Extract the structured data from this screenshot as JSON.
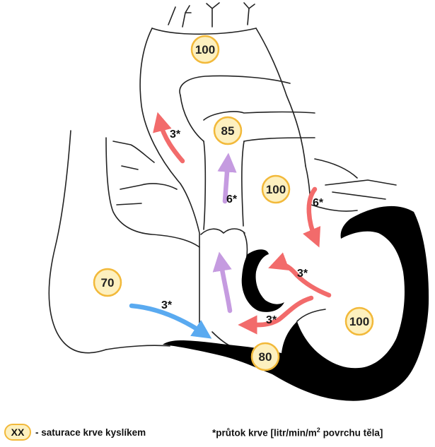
{
  "badges": {
    "aorta_top": "100",
    "pulmonary_trunk": "85",
    "left_atrium": "100",
    "right_atrium": "70",
    "right_ventricle": "80",
    "left_ventricle": "100"
  },
  "flows": {
    "aorta_arch": "3*",
    "pulmonary_trunk": "6*",
    "pulmonary_veins": "6*",
    "lv_outflow": "3*",
    "vsd_shunt": "3*",
    "vena_cava": "3*"
  },
  "legend": {
    "badge_label": "XX",
    "badge_text": "- saturace krve kyslíkem",
    "flow_text_before": "*průtok krve [litr/min/m",
    "flow_text_sup": "2",
    "flow_text_after": " povrchu těla]"
  },
  "colors": {
    "badge_fill": "#fdf0bf",
    "badge_stroke": "#f2b93a",
    "oxygenated_arrow": "#f26b6b",
    "mixed_arrow": "#c59be0",
    "deoxygenated_arrow": "#5aaaf0",
    "outline": "#222222",
    "septum": "#000000"
  }
}
